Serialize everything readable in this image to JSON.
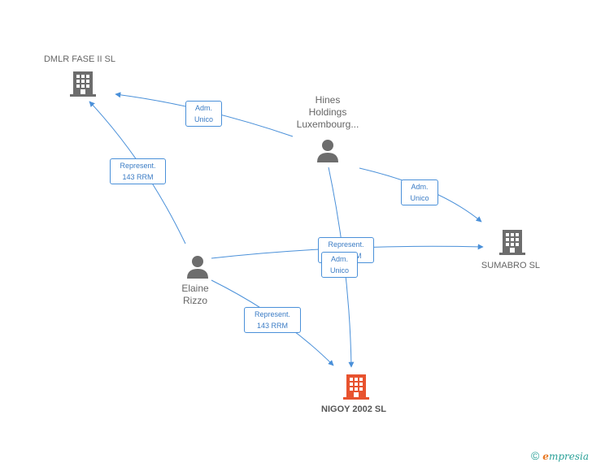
{
  "nodes": {
    "dmlr": {
      "label": "DMLR FASE II SL",
      "type": "company",
      "color": "#6d6d6d"
    },
    "hines": {
      "label": "Hines\nHoldings\nLuxembourg...",
      "type": "person",
      "color": "#6d6d6d"
    },
    "sumabro": {
      "label": "SUMABRO SL",
      "type": "company",
      "color": "#6d6d6d"
    },
    "elaine": {
      "label": "Elaine\nRizzo",
      "type": "person",
      "color": "#6d6d6d"
    },
    "nigoy": {
      "label": "NIGOY 2002 SL",
      "type": "company",
      "color": "#e8532f"
    }
  },
  "edges": {
    "hines_dmlr": "Adm.\nUnico",
    "elaine_dmlr": "Represent.\n143 RRM",
    "hines_sumabro": "Adm.\nUnico",
    "elaine_sumabro": "Represent.\n143 RRM",
    "hines_nigoy": "Adm.\nUnico",
    "elaine_nigoy": "Represent.\n143 RRM"
  },
  "colors": {
    "edge": "#4a90d9"
  },
  "brand": {
    "copyright": "©",
    "initial": "e",
    "name": "mpresia"
  }
}
